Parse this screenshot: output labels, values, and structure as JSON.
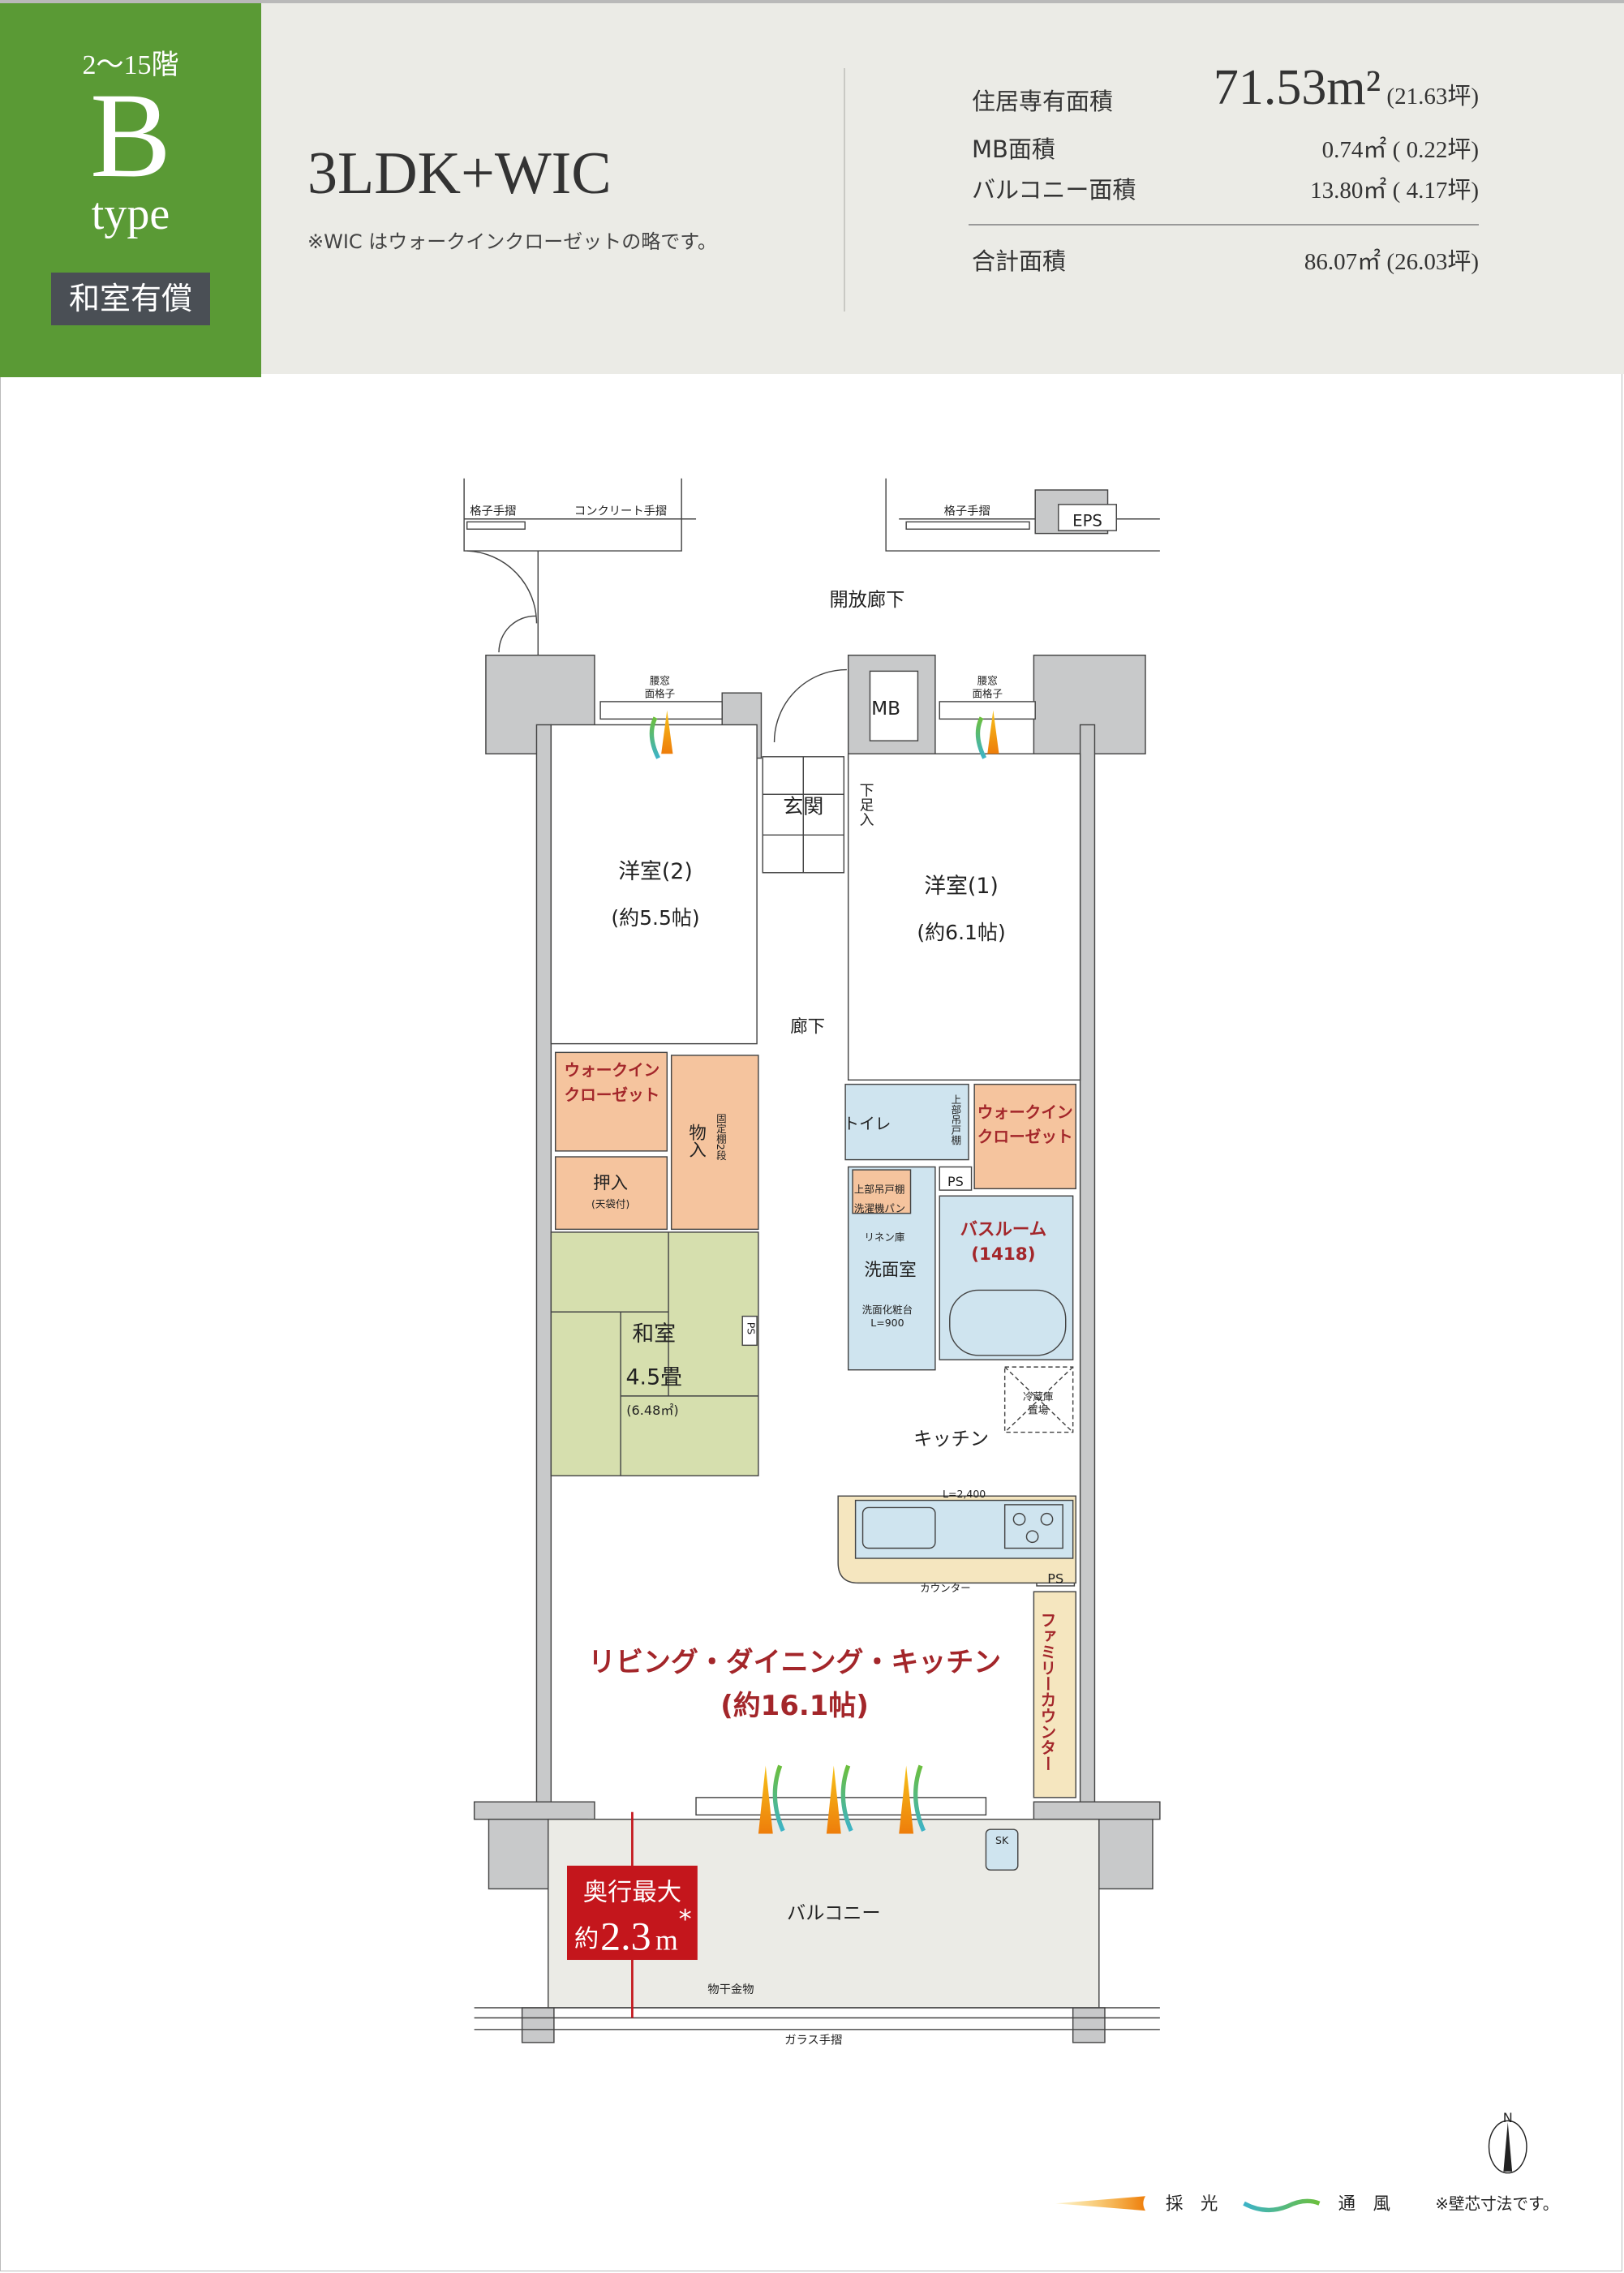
{
  "header": {
    "floors": "2〜15階",
    "type_letter": "B",
    "type_word": "type",
    "badge": "和室有償",
    "layout": "3LDK+WIC",
    "note": "※WIC はウォークインクローゼットの略です。"
  },
  "areas": {
    "rows": [
      {
        "label": "住居専有面積",
        "value": "71.53",
        "unit": "m²",
        "tsubo": "(21.63坪)"
      },
      {
        "label": "MB面積",
        "value": "0.74㎡",
        "tsubo": "( 0.22坪)"
      },
      {
        "label": "バルコニー面積",
        "value": "13.80㎡",
        "tsubo": "( 4.17坪)"
      }
    ],
    "total": {
      "label": "合計面積",
      "value": "86.07㎡",
      "tsubo": "(26.03坪)"
    }
  },
  "plan": {
    "lattice_rail": "格子手摺",
    "concrete_rail": "コンクリート手摺",
    "lattice_rail_2": "格子手摺",
    "eps": "EPS",
    "open_corridor": "開放廊下",
    "window_grille_1": "腰窓",
    "window_grille_2": "面格子",
    "mb": "MB",
    "genkan": "玄関",
    "shoe_box": "下足入",
    "western2_name": "洋室(2)",
    "western2_size": "(約5.5帖)",
    "western1_name": "洋室(1)",
    "western1_size": "(約6.1帖)",
    "hallway": "廊下",
    "wic_1": "ウォークイン",
    "wic_2": "クローゼット",
    "storage": "物入",
    "fixed_shelf": "固定棚2段",
    "oshiire": "押入",
    "oshiire_sub": "(天袋付)",
    "toilet": "トイレ",
    "upper_cabinet": "上部吊戸棚",
    "ps": "PS",
    "laundry_pan": "洗濯機パン",
    "linen": "リネン庫",
    "washroom": "洗面室",
    "vanity": "洗面化粧台",
    "vanity_len": "L=900",
    "bathroom": "バスルーム",
    "bathroom_size": "(1418)",
    "washitsu": "和室",
    "washitsu_size": "4.5畳",
    "washitsu_area": "(6.48㎡)",
    "fridge_1": "冷蔵庫",
    "fridge_2": "置場",
    "kitchen": "キッチン",
    "kitchen_len": "L=2,400",
    "counter": "カウンター",
    "family_counter": "ファミリーカウンター",
    "ldk_name": "リビング・ダイニング・キッチン",
    "ldk_size": "(約16.1帖)",
    "sk": "SK",
    "balcony": "バルコニー",
    "depth_label": "奥行最大",
    "depth_prefix": "約",
    "depth_value": "2.3",
    "depth_unit": "m",
    "depth_mark": "*",
    "hanger": "物干金物",
    "glass_rail": "ガラス手摺"
  },
  "legend": {
    "compass": "N",
    "light": "採　光",
    "wind": "通　風",
    "note": "※壁芯寸法です。"
  },
  "colors": {
    "brand_green": "#5a9a35",
    "badge": "#4a4f55",
    "accent_red": "#c4161c",
    "closet": "#f5c49e",
    "wet": "#cfe4ef",
    "tatami": "#d6dfae"
  }
}
